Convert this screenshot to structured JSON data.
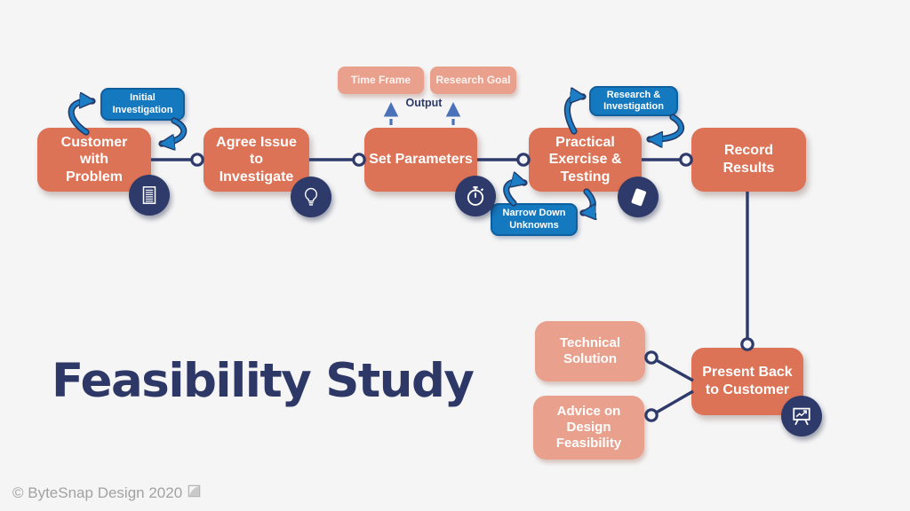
{
  "title": "Feasibility Study",
  "footer": {
    "copyright": "© ByteSnap Design 2020"
  },
  "diagram": {
    "output_label": "Output",
    "nodes": {
      "customer": "Customer with Problem",
      "agree": "Agree Issue to Investigate",
      "set_parameters": "Set Parameters",
      "practical": "Practical Exercise & Testing",
      "record": "Record Results",
      "present": "Present Back to Customer",
      "initial": "Initial Investigation",
      "research_investigation": "Research & Investigation",
      "narrow": "Narrow Down Unknowns",
      "time_frame": "Time Frame",
      "research_goal": "Research Goal",
      "technical": "Technical Solution",
      "advice": "Advice on Design Feasibility"
    },
    "icons": {
      "customer": "document-icon",
      "agree": "lightbulb-icon",
      "set_parameters": "stopwatch-icon",
      "practical": "tablet-icon",
      "present": "presentation-chart-icon",
      "footer": "folded-page-icon"
    },
    "colors": {
      "primary_box": "#dc7256",
      "secondary_box": "#e9a08c",
      "accent_box": "#1579c0",
      "navy": "#2d3a6a",
      "dashed_arrow": "#4a72b8",
      "background": "#f5f5f6",
      "title_text": "#2d3866"
    }
  }
}
